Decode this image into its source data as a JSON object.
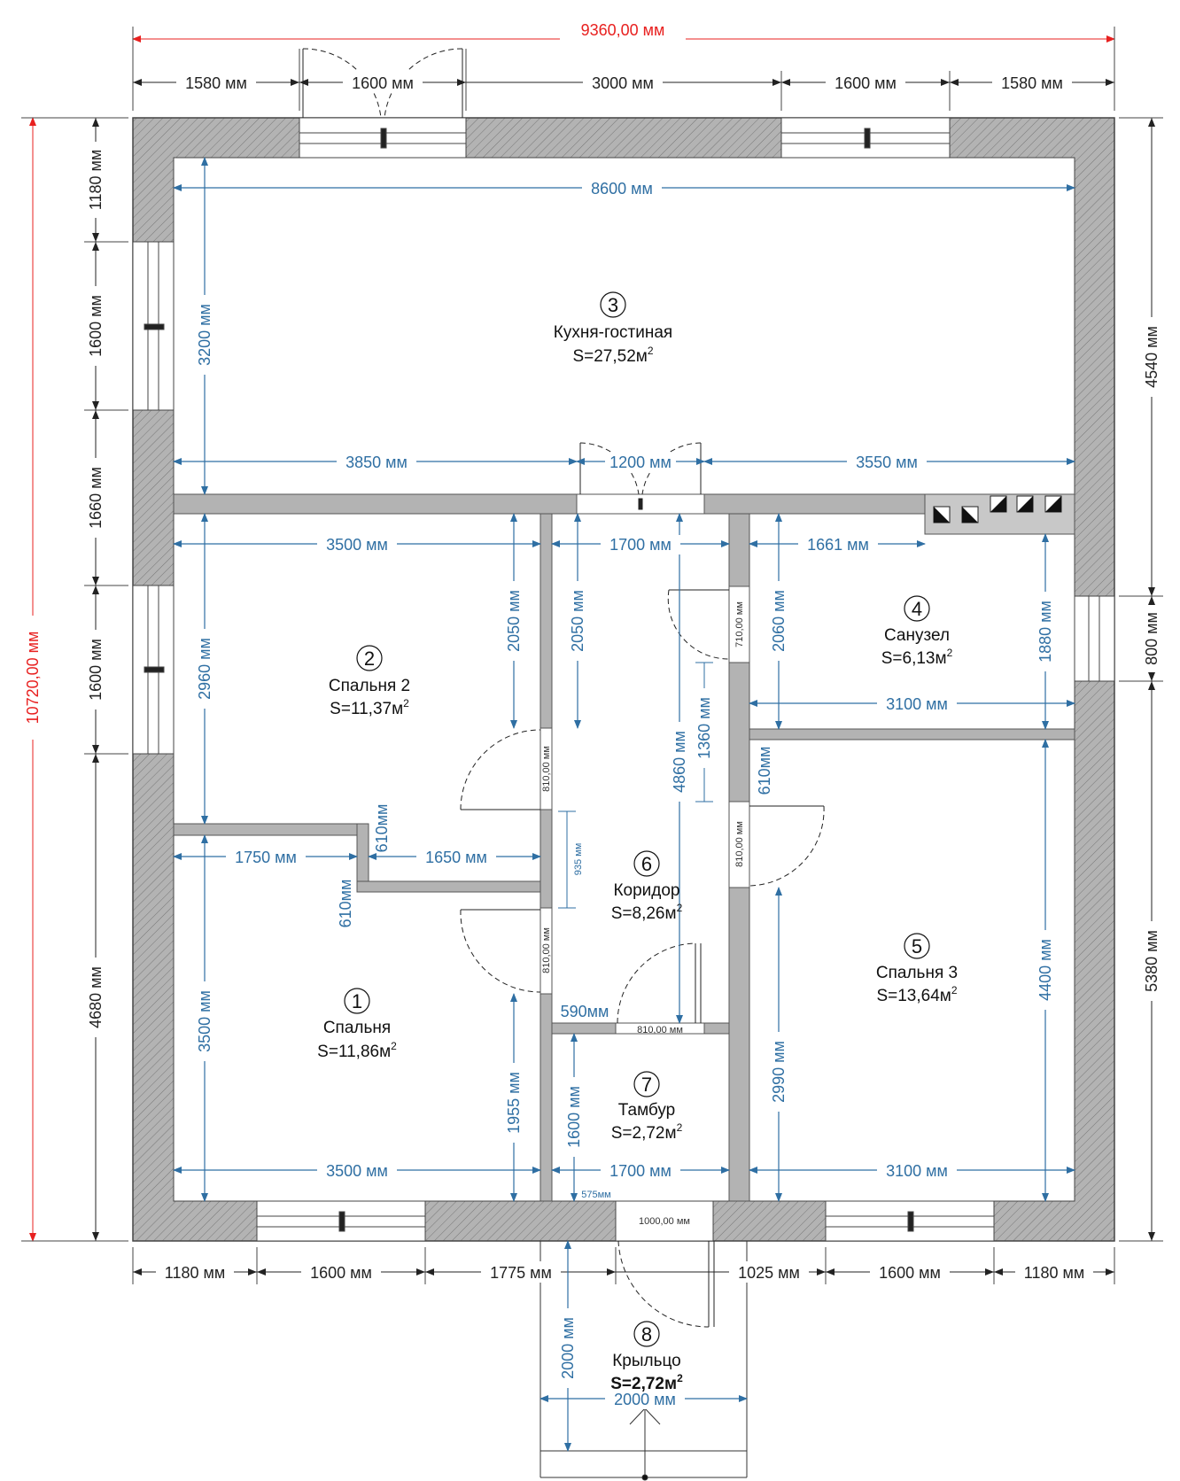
{
  "overall": {
    "width_label": "9360,00 мм",
    "height_label": "10720,00 мм"
  },
  "top_dims": [
    "1580 мм",
    "1600 мм",
    "3000 мм",
    "1600 мм",
    "1580 мм"
  ],
  "bottom_dims": [
    "1180 мм",
    "1600 мм",
    "1775 мм",
    "1025 мм",
    "1600 мм",
    "1180 мм"
  ],
  "left_dims": [
    "1180 мм",
    "1600 мм",
    "1660 мм",
    "1600 мм",
    "4680 мм"
  ],
  "right_dims": [
    "4540 мм",
    "800 мм",
    "5380 мм"
  ],
  "rooms": [
    {
      "num": "1",
      "name": "Спальня",
      "area": "S=11,86м",
      "sup": "2"
    },
    {
      "num": "2",
      "name": "Спальня 2",
      "area": "S=11,37м",
      "sup": "2"
    },
    {
      "num": "3",
      "name": "Кухня-гостиная",
      "area": "S=27,52м",
      "sup": "2"
    },
    {
      "num": "4",
      "name": "Санузел",
      "area": "S=6,13м",
      "sup": "2"
    },
    {
      "num": "5",
      "name": "Спальня 3",
      "area": "S=13,64м",
      "sup": "2"
    },
    {
      "num": "6",
      "name": "Коридор",
      "area": "S=8,26м",
      "sup": "2"
    },
    {
      "num": "7",
      "name": "Тамбур",
      "area": "S=2,72м",
      "sup": "2"
    },
    {
      "num": "8",
      "name": "Крыльцо",
      "area": "S=2,72м",
      "sup": "2"
    }
  ],
  "inner_dims": {
    "kitchen_width": "8600 мм",
    "kitchen_height": "3200 мм",
    "kitchen_left_wall": "3850 мм",
    "kitchen_door": "1200 мм",
    "kitchen_right_wall": "3550 мм",
    "bed2_width": "3500 мм",
    "bed2_height": "2960 мм",
    "bed2_wall_upper": "2050 мм",
    "corridor_width": "1700 мм",
    "corridor_upper": "2050 мм",
    "corridor_long": "4860 мм",
    "corridor_door_gap": "935 мм",
    "bath_width_top": "1661 мм",
    "bath_height": "2060 мм",
    "bath_right": "1880 мм",
    "bath_width": "3100 мм",
    "bath_wall_seg": "1360 мм",
    "bed3_top_seg": "610мм",
    "bed1_top_left": "1750 мм",
    "bed1_top_right": "1650 мм",
    "step_610_a": "610мм",
    "step_610_b": "610мм",
    "bed1_height": "3500 мм",
    "bed1_width": "3500 мм",
    "bed1_right_seg": "1955 мм",
    "corr_590": "590мм",
    "tambur_height": "1600 мм",
    "tambur_width": "1700 мм",
    "tambur_575": "575мм",
    "bed3_height_a": "2990 мм",
    "bed3_height_b": "4400 мм",
    "bed3_width": "3100 мм",
    "porch_height": "2000 мм",
    "porch_width": "2000 мм"
  },
  "door_labels": {
    "bath_door": "710,00 мм",
    "bed2_door": "810,00 мм",
    "bed3_door": "810,00 мм",
    "bed1_door": "810,00 мм",
    "tambur_door": "810,00 мм",
    "entry_door": "1000,00 мм"
  },
  "colors": {
    "wall": "#b3b3b3",
    "dim_red": "#e8201f",
    "dim_blue": "#2f6fa3",
    "dim_black": "#222222"
  }
}
